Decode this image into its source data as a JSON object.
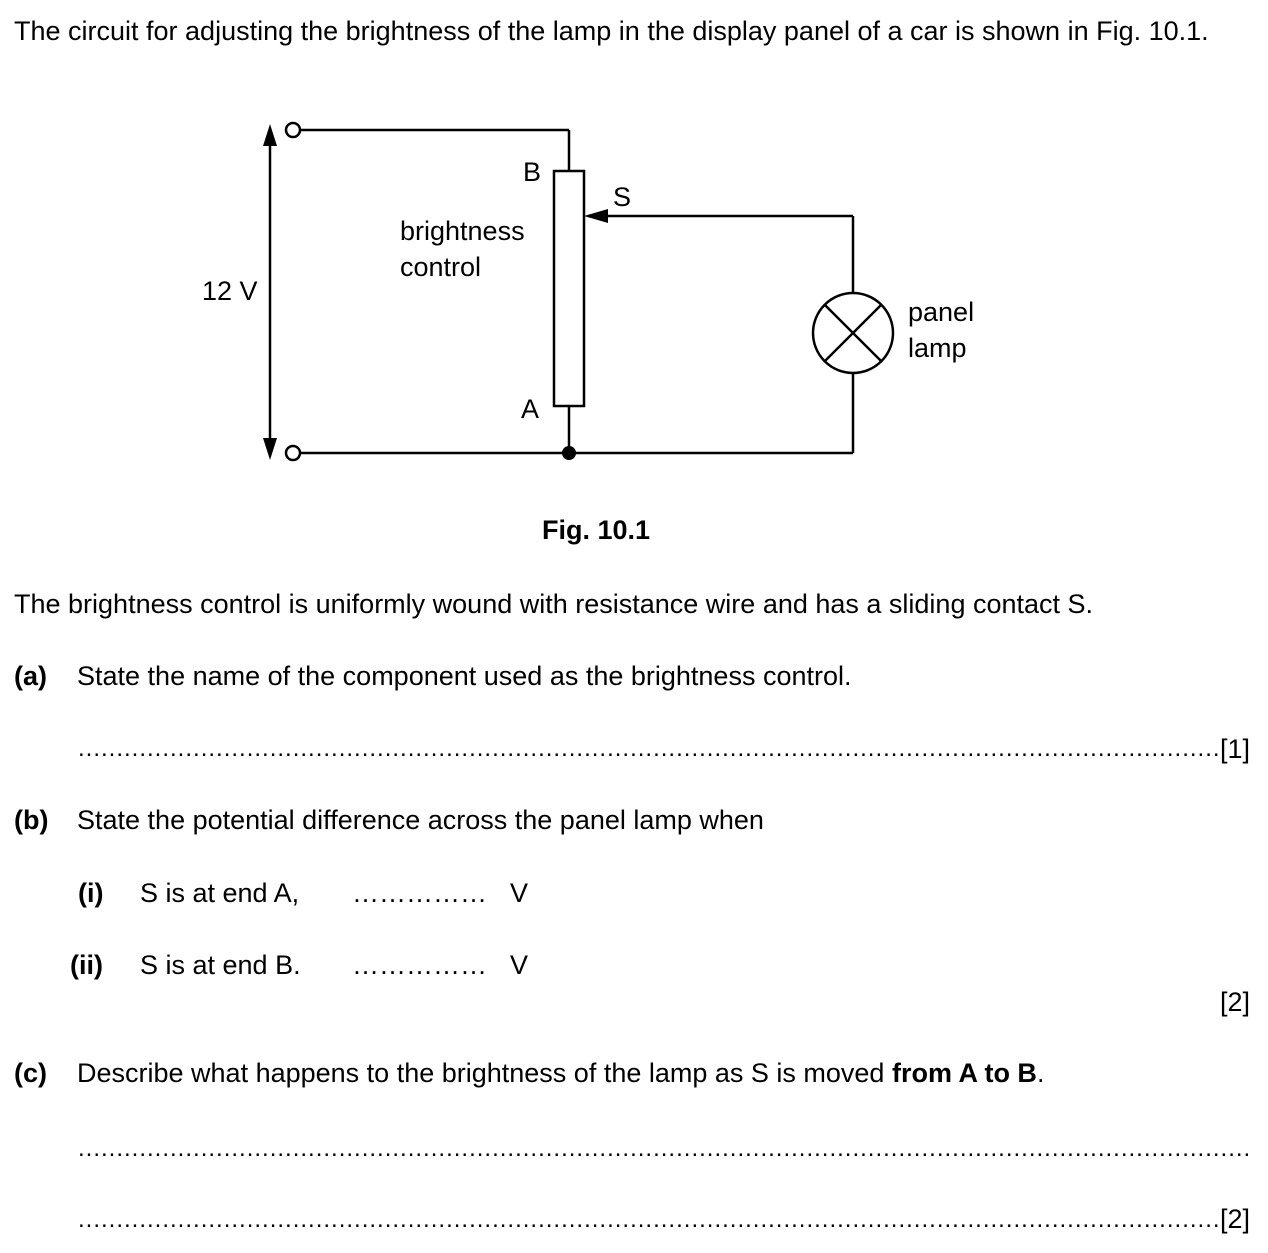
{
  "intro": "The circuit for adjusting the brightness of the lamp in the display panel of a car is shown in Fig. 10.1.",
  "figure": {
    "label_b": "B",
    "label_s": "S",
    "label_a": "A",
    "control_line1": "brightness",
    "control_line2": "control",
    "voltage": "12 V",
    "lamp_line1": "panel",
    "lamp_line2": "lamp",
    "caption": "Fig. 10.1"
  },
  "statement": "The brightness control is uniformly wound with resistance wire and has a sliding contact S.",
  "part_a": {
    "label": "(a)",
    "question": "State the name of the component used as the brightness control.",
    "marks": "[1]"
  },
  "part_b": {
    "label": "(b)",
    "question": "State the potential difference across the panel lamp when",
    "sub_i": {
      "label": "(i)",
      "text": "S is at end A,",
      "answer_dots": "……………",
      "unit": "V"
    },
    "sub_ii": {
      "label": "(ii)",
      "text": "S is at end B.",
      "answer_dots": "……………",
      "unit": "V"
    },
    "marks": "[2]"
  },
  "part_c": {
    "label": "(c)",
    "question_start": "Describe what happens to the brightness of the lamp as S is moved ",
    "question_bold": "from A to B",
    "question_end": ".",
    "marks": "[2]"
  },
  "answer_dots": "......................................................................................................................................................................................................................................................"
}
